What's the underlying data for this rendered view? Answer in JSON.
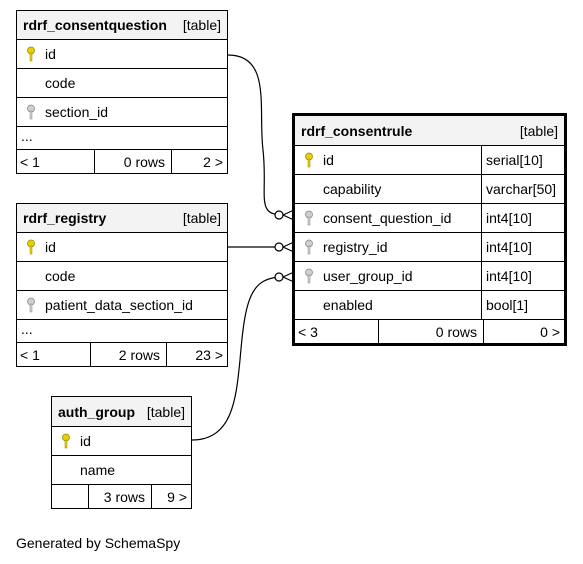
{
  "footer_text": "Generated by SchemaSpy",
  "colors": {
    "primary_key": "#e8d000",
    "foreign_key": "#aaaaaa",
    "header_bg": "#f3f3f3"
  },
  "tables": {
    "consentquestion": {
      "name": "rdrf_consentquestion",
      "type": "[table]",
      "columns": [
        {
          "name": "id",
          "key": "primary-key-icon"
        },
        {
          "name": "code",
          "key": ""
        },
        {
          "name": "section_id",
          "key": "foreign-key-icon"
        }
      ],
      "more": "...",
      "footer": {
        "parents": "< 1",
        "rows": "0 rows",
        "children": "2 >"
      }
    },
    "registry": {
      "name": "rdrf_registry",
      "type": "[table]",
      "columns": [
        {
          "name": "id",
          "key": "primary-key-icon"
        },
        {
          "name": "code",
          "key": ""
        },
        {
          "name": "patient_data_section_id",
          "key": "foreign-key-icon"
        }
      ],
      "more": "...",
      "footer": {
        "parents": "< 1",
        "rows": "2 rows",
        "children": "23 >"
      }
    },
    "authgroup": {
      "name": "auth_group",
      "type": "[table]",
      "columns": [
        {
          "name": "id",
          "key": "primary-key-icon"
        },
        {
          "name": "name",
          "key": ""
        }
      ],
      "footer": {
        "parents": "",
        "rows": "3 rows",
        "children": "9 >"
      }
    },
    "consentrule": {
      "name": "rdrf_consentrule",
      "type": "[table]",
      "columns": [
        {
          "name": "id",
          "type": "serial[10]",
          "key": "primary-key-icon"
        },
        {
          "name": "capability",
          "type": "varchar[50]",
          "key": ""
        },
        {
          "name": "consent_question_id",
          "type": "int4[10]",
          "key": "foreign-key-icon"
        },
        {
          "name": "registry_id",
          "type": "int4[10]",
          "key": "foreign-key-icon"
        },
        {
          "name": "user_group_id",
          "type": "int4[10]",
          "key": "foreign-key-icon"
        },
        {
          "name": "enabled",
          "type": "bool[1]",
          "key": ""
        }
      ],
      "footer": {
        "parents": "< 3",
        "rows": "0 rows",
        "children": "0 >"
      }
    }
  }
}
